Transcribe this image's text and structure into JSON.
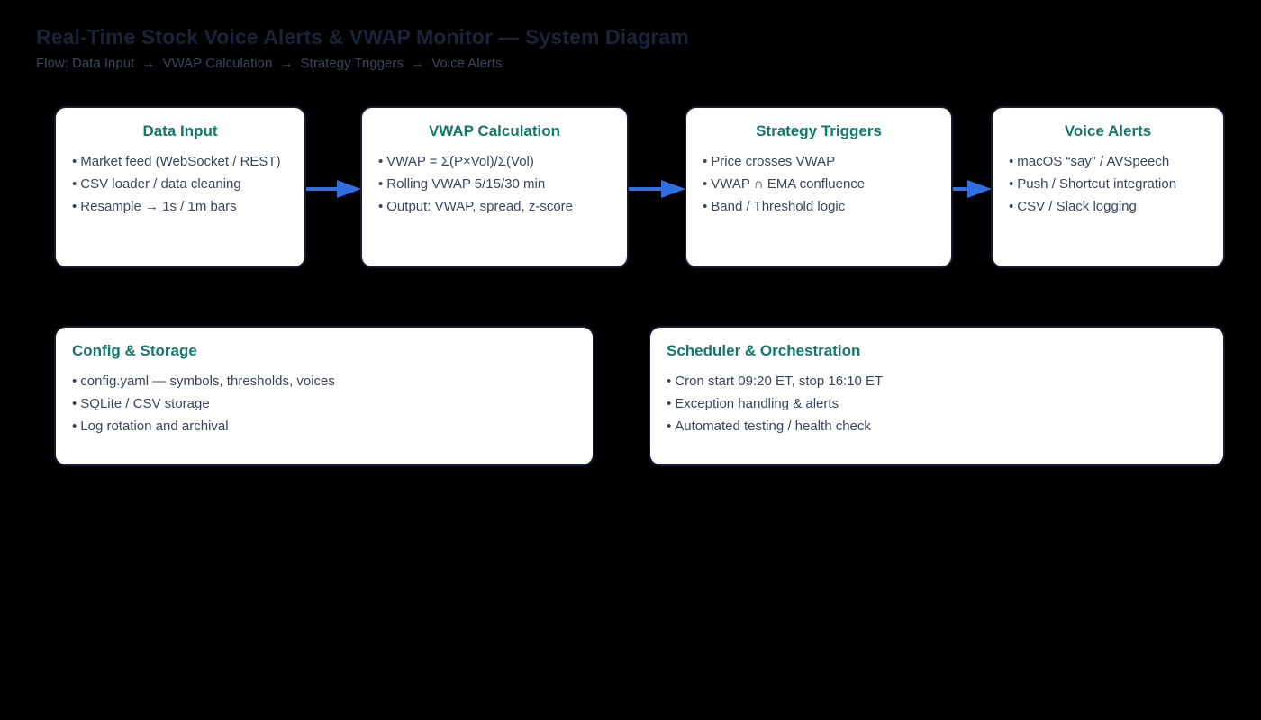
{
  "header": {
    "title": "Real-Time Stock Voice Alerts & VWAP Monitor — System Diagram",
    "flow_prefix": "Flow:",
    "flow_steps": [
      "Data Input",
      "VWAP Calculation",
      "Strategy Triggers",
      "Voice Alerts"
    ],
    "flow_separator": "→"
  },
  "colors": {
    "background": "#000000",
    "node_fill": "#ffffff",
    "node_border": "#151d2e",
    "node_title": "#13796a",
    "body_text": "#39455e",
    "header_title": "#1b2338",
    "arrow": "#2f6fe0"
  },
  "nodes": [
    {
      "id": "data-input",
      "title": "Data Input",
      "bullet": "•",
      "items": [
        "Market feed (WebSocket / REST)",
        "CSV loader / data cleaning",
        "Resample → 1s / 1m bars"
      ]
    },
    {
      "id": "vwap-calculation",
      "title": "VWAP Calculation",
      "bullet": "•",
      "items": [
        "VWAP = Σ(P×Vol)/Σ(Vol)",
        "Rolling VWAP 5/15/30 min",
        "Output: VWAP, spread, z-score"
      ]
    },
    {
      "id": "strategy-triggers",
      "title": "Strategy Triggers",
      "bullet": "•",
      "items": [
        "Price crosses VWAP",
        "VWAP ∩ EMA confluence",
        "Band / Threshold logic"
      ]
    },
    {
      "id": "voice-alerts",
      "title": "Voice Alerts",
      "bullet": "•",
      "items": [
        "macOS “say” / AVSpeech",
        "Push / Shortcut integration",
        "CSV / Slack logging"
      ]
    },
    {
      "id": "config-storage",
      "title": "Config & Storage",
      "bullet": "•",
      "items": [
        "config.yaml — symbols, thresholds, voices",
        "SQLite / CSV storage",
        "Log rotation and archival"
      ]
    },
    {
      "id": "scheduler-orchestration",
      "title": "Scheduler & Orchestration",
      "bullet": "•",
      "items": [
        "Cron start 09:20 ET, stop 16:10 ET",
        "Exception handling & alerts",
        "Automated testing / health check"
      ]
    }
  ],
  "connectors": [
    {
      "id": "arrow-data-input-to-vwap",
      "from": "data-input",
      "to": "vwap-calculation"
    },
    {
      "id": "arrow-vwap-to-strategy",
      "from": "vwap-calculation",
      "to": "strategy-triggers"
    },
    {
      "id": "arrow-strategy-to-voice",
      "from": "strategy-triggers",
      "to": "voice-alerts"
    }
  ]
}
